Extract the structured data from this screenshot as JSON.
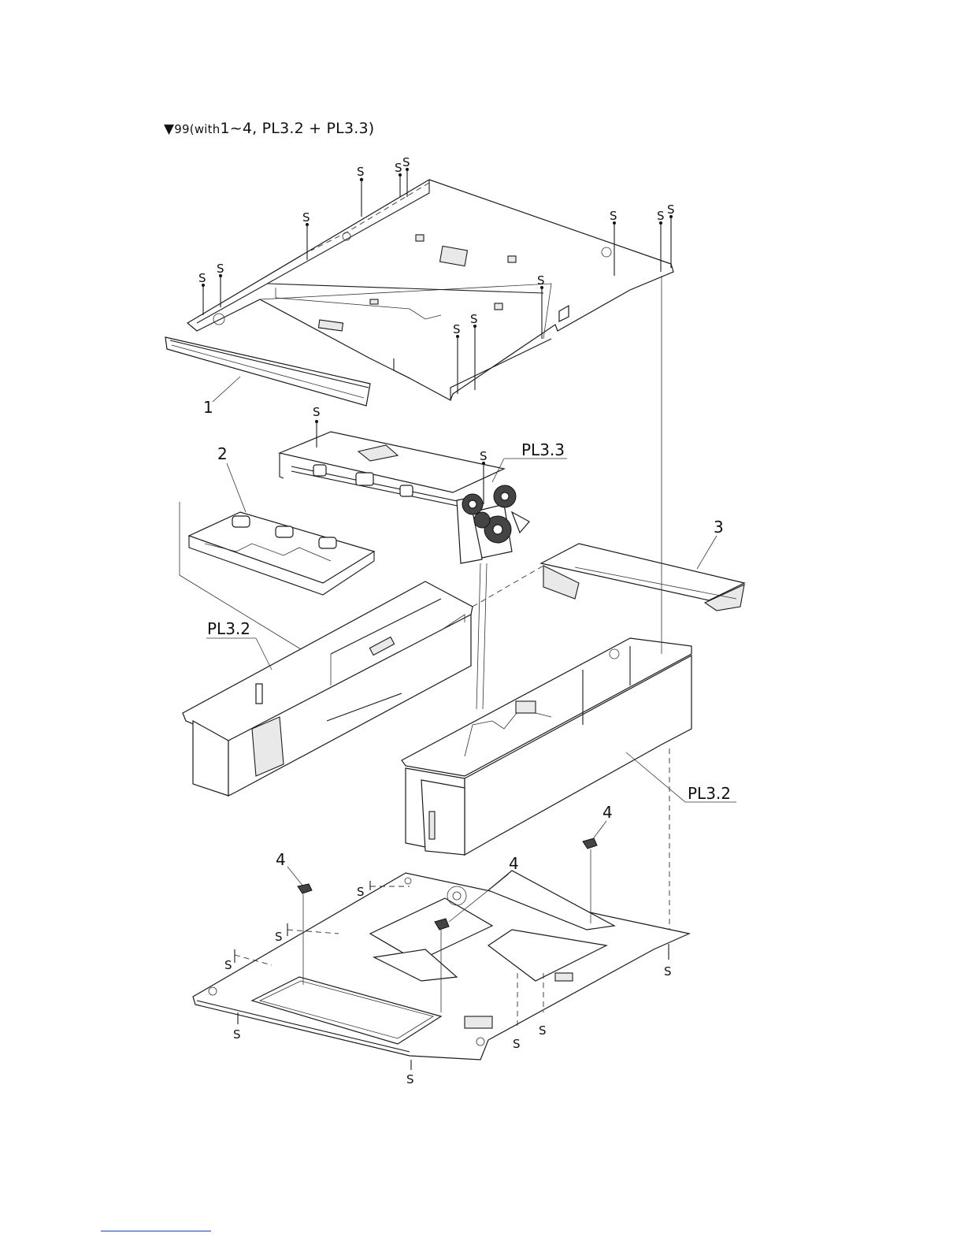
{
  "header": {
    "triangle": "▼",
    "code": "99",
    "with": "(with",
    "rest": "1~4, PL3.2 + PL3.3)"
  },
  "callouts": {
    "item1": "1",
    "item2": "2",
    "item3": "3",
    "item4": "4",
    "pl33": "PL3.3",
    "pl32": "PL3.2"
  },
  "screw_label": "S"
}
